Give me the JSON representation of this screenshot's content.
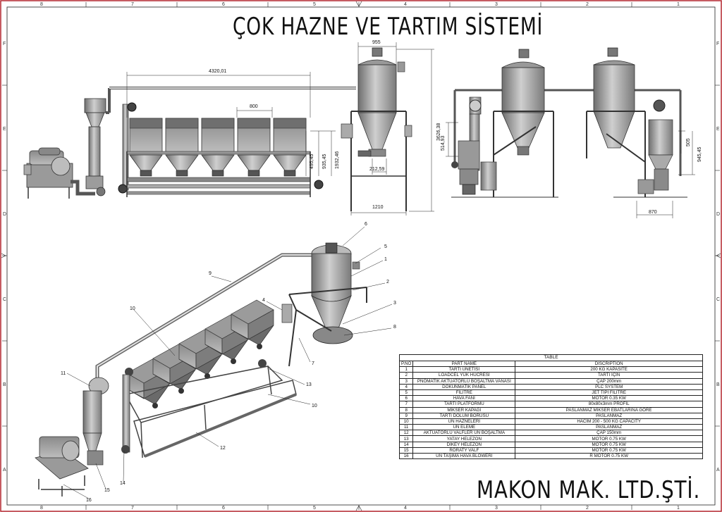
{
  "title": "ÇOK HAZNE VE TARTIM SİSTEMİ",
  "company": "MAKON MAK. LTD.ŞTİ.",
  "zones": {
    "top": [
      "8",
      "7",
      "6",
      "5",
      "4",
      "3",
      "2",
      "1"
    ],
    "side": [
      "F",
      "E",
      "D",
      "C",
      "B",
      "A"
    ]
  },
  "dimensions": {
    "total_length": "4320,01",
    "hopper_width": "800",
    "silo_width": "955",
    "total_height": "3626,38",
    "h_495": "495,45",
    "h_935": "935,45",
    "h_1932": "1932,46",
    "w_212": "212,59",
    "base_width": "1210",
    "side_514": "514,93",
    "side_505": "505",
    "side_945": "945,45",
    "side_870": "870"
  },
  "callouts": [
    "6",
    "5",
    "1",
    "2",
    "3",
    "8",
    "9",
    "10",
    "4",
    "7",
    "11",
    "13",
    "10",
    "12",
    "14",
    "15",
    "16"
  ],
  "table": {
    "caption": "TABLE",
    "headers": [
      "P.NO",
      "PART NAME",
      "DISCRIPTION"
    ],
    "rows": [
      [
        "1",
        "TARTI ÜNETİSİ",
        "200 KG KAPASİTE"
      ],
      [
        "2",
        "LOADCEL YÜK HÜCRESİ",
        "TARTI İÇİN"
      ],
      [
        "3",
        "PNÖMATİK AKTÜATÖRLÜ BOŞALTMA VANASI",
        "ÇAP 200mm"
      ],
      [
        "4",
        "DOKUNMATİK PANEL",
        "PLC SYSTEM"
      ],
      [
        "5",
        "FİLİTRE",
        "JET TİPİ FİLİTRE"
      ],
      [
        "6",
        "HAVA  FANI",
        "MOTOR 0.35 KW"
      ],
      [
        "7",
        "TARTI PLATFORMU",
        "80x80x3mm PROFİL"
      ],
      [
        "8",
        "MİKSER KAPAĞI",
        "PASLANMAZ MİKSER EBATLARINA GÖRE"
      ],
      [
        "9",
        "TARTI DOLUM BORUSU",
        "PASLANMAZ"
      ],
      [
        "10",
        "UN HAZNELERİ",
        "HACİM 200 - 500 KG  CAPACITY"
      ],
      [
        "11",
        "UN ELEME",
        "PASLANMAZ"
      ],
      [
        "12",
        "AKTÜATÖRLÜ VALFLER UN BOŞALTMA",
        "ÇAP 150mm"
      ],
      [
        "13",
        "YATAY HELEZON",
        "MOTOR 0.75 KW"
      ],
      [
        "14",
        "DİKEY HELEZON",
        "MOTOR 0.75 KW"
      ],
      [
        "15",
        "RORATY VALF",
        "MOTOR 0.75 KW"
      ],
      [
        "16",
        "UN TAŞIMA HAVA BLOWERI",
        "R MOTOR 0.75 KW"
      ]
    ]
  }
}
